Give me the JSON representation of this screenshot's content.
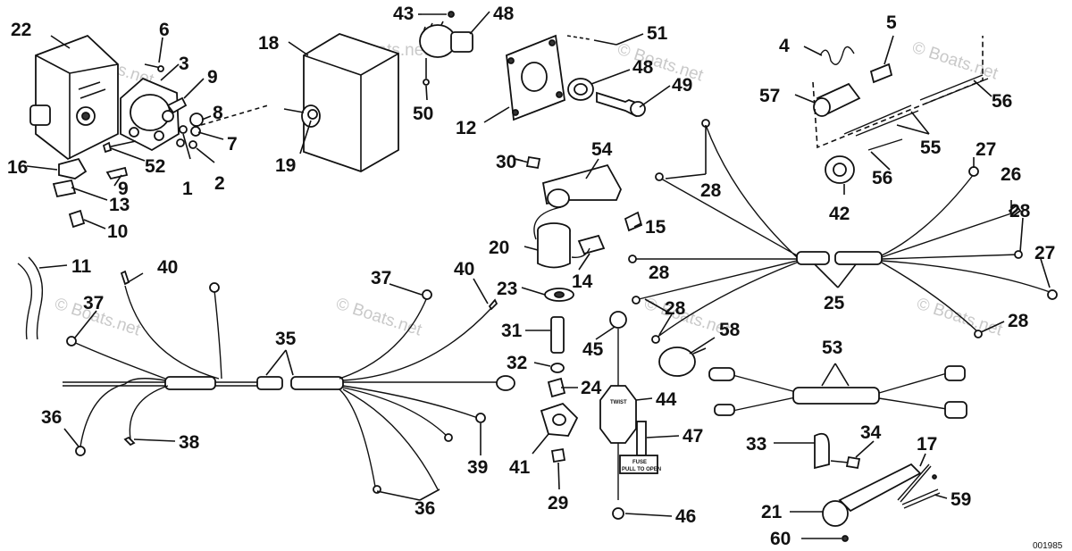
{
  "watermark": "© Boats.net",
  "labels": {
    "l1": "1",
    "l2": "2",
    "l3": "3",
    "l4": "4",
    "l5": "5",
    "l6": "6",
    "l7": "7",
    "l8": "8",
    "l9a": "9",
    "l9b": "9",
    "l10": "10",
    "l11": "11",
    "l12": "12",
    "l13": "13",
    "l14": "14",
    "l15": "15",
    "l16": "16",
    "l17": "17",
    "l18": "18",
    "l19": "19",
    "l20": "20",
    "l21": "21",
    "l22": "22",
    "l23": "23",
    "l24": "24",
    "l25": "25",
    "l26": "26",
    "l27a": "27",
    "l27b": "27",
    "l28a": "28",
    "l28b": "28",
    "l28c": "28",
    "l28d": "28",
    "l28e": "28",
    "l29": "29",
    "l30": "30",
    "l31": "31",
    "l32": "32",
    "l33": "33",
    "l34": "34",
    "l35": "35",
    "l36a": "36",
    "l36b": "36",
    "l37a": "37",
    "l37b": "37",
    "l38": "38",
    "l39": "39",
    "l40a": "40",
    "l40b": "40",
    "l41": "41",
    "l42": "42",
    "l43": "43",
    "l44": "44",
    "l45": "45",
    "l46": "46",
    "l47": "47",
    "l48a": "48",
    "l48b": "48",
    "l49": "49",
    "l50": "50",
    "l51": "51",
    "l52": "52",
    "l53": "53",
    "l54": "54",
    "l55": "55",
    "l56a": "56",
    "l56b": "56",
    "l57": "57",
    "l58": "58",
    "l59": "59",
    "l60": "60"
  },
  "part_text": {
    "twist": "TWIST",
    "fuse_line1": "FUSE",
    "fuse_line2": "PULL TO OPEN"
  },
  "drawing_code": "001985"
}
